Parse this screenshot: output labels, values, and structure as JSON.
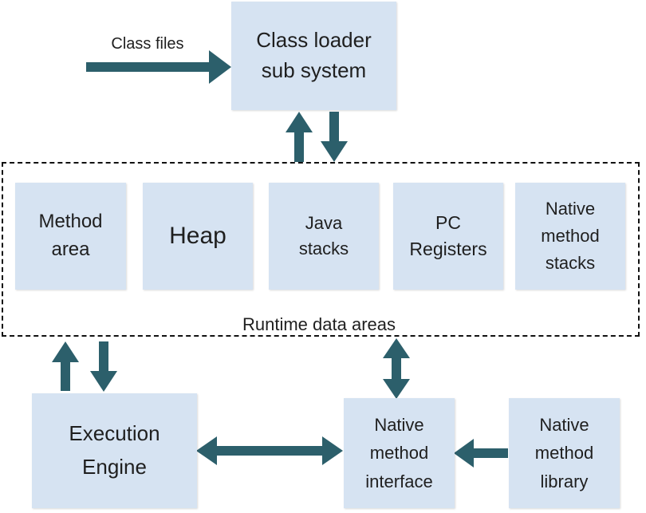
{
  "input_label": "Class files",
  "class_loader": "Class loader\nsub system",
  "runtime": {
    "label": "Runtime data areas",
    "areas": [
      {
        "id": "method-area",
        "label": "Method\narea"
      },
      {
        "id": "heap",
        "label": "Heap"
      },
      {
        "id": "java-stacks",
        "label": "Java\nstacks"
      },
      {
        "id": "pc-registers",
        "label": "PC\nRegisters"
      },
      {
        "id": "native-method-stacks",
        "label": "Native\nmethod\nstacks"
      }
    ]
  },
  "execution_engine": "Execution\nEngine",
  "native_interface": "Native\nmethod\ninterface",
  "native_library": "Native\nmethod\nlibrary",
  "colors": {
    "box_fill": "#d6e3f2",
    "arrow": "#2c5f6b",
    "border": "#111111"
  }
}
